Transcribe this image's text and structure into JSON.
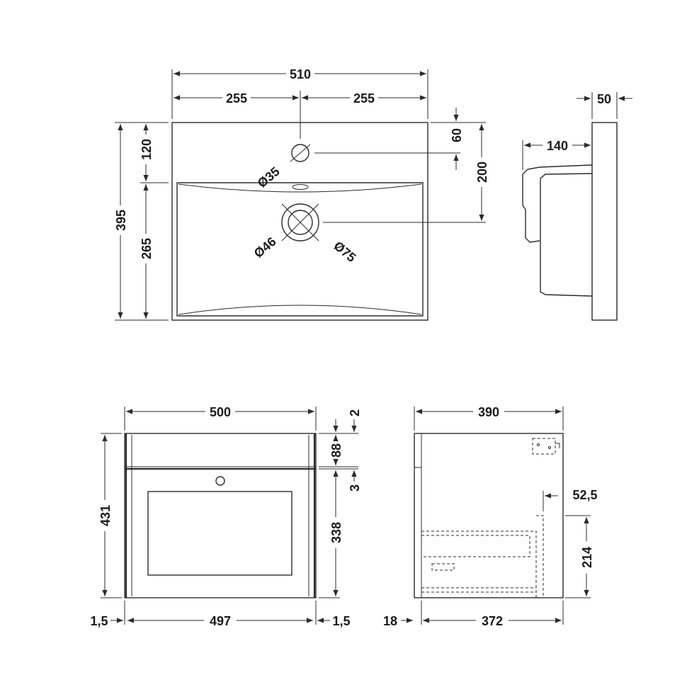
{
  "diagram": {
    "top_view": {
      "overall_width": "510",
      "half_left": "255",
      "half_right": "255",
      "overall_depth": "395",
      "tap_zone_depth": "120",
      "bowl_depth": "265",
      "tap_offset": "60",
      "waste_offset": "200",
      "tap_hole": "Ø35",
      "waste_inner": "Ø46",
      "waste_outer": "Ø75"
    },
    "side_view_top": {
      "thickness": "50",
      "projection": "140"
    },
    "front_view": {
      "overall_width": "500",
      "overall_height": "431",
      "gap_top": "2",
      "top_rail": "88",
      "gap_mid": "3",
      "door_height": "338",
      "side_left": "1,5",
      "inner_width": "497",
      "side_right": "1,5"
    },
    "side_view_bottom": {
      "overall_depth": "390",
      "panel": "18",
      "inner_depth": "372",
      "trap_offset": "52,5",
      "trap_height": "214"
    }
  }
}
